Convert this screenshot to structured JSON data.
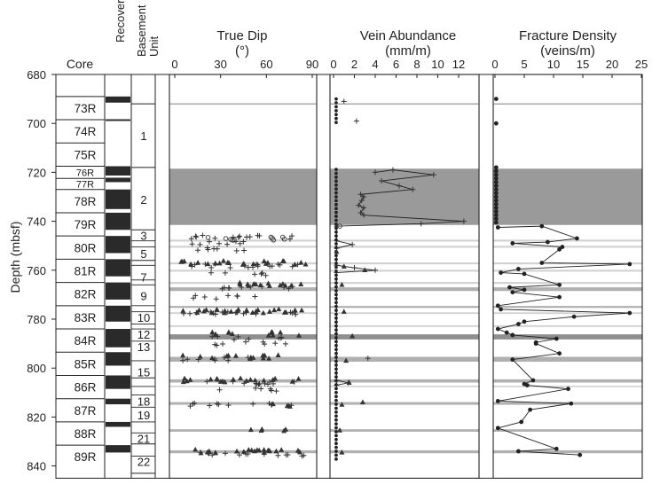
{
  "chart_data": {
    "type": "scatter",
    "depth_axis": {
      "label": "Depth (mbsf)",
      "ticks": [
        680,
        700,
        720,
        740,
        760,
        780,
        800,
        820,
        840
      ],
      "range": [
        680,
        845
      ]
    },
    "columns": {
      "core": {
        "label": "Core"
      },
      "recovery": {
        "label": "Recovery"
      },
      "unit": {
        "label": "Basement\nUnit"
      }
    },
    "cores": [
      {
        "name": "73R",
        "top": 689.0,
        "bottom": 698.5
      },
      {
        "name": "74R",
        "top": 698.5,
        "bottom": 708.0
      },
      {
        "name": "75R",
        "top": 708.0,
        "bottom": 717.5
      },
      {
        "name": "76R",
        "top": 717.5,
        "bottom": 722.5
      },
      {
        "name": "77R",
        "top": 722.5,
        "bottom": 727.0
      },
      {
        "name": "78R",
        "top": 727.0,
        "bottom": 736.5
      },
      {
        "name": "79R",
        "top": 736.5,
        "bottom": 746.0
      },
      {
        "name": "80R",
        "top": 746.0,
        "bottom": 755.5
      },
      {
        "name": "81R",
        "top": 755.5,
        "bottom": 765.0
      },
      {
        "name": "82R",
        "top": 765.0,
        "bottom": 774.5
      },
      {
        "name": "83R",
        "top": 774.5,
        "bottom": 784.0
      },
      {
        "name": "84R",
        "top": 784.0,
        "bottom": 793.5
      },
      {
        "name": "85R",
        "top": 793.5,
        "bottom": 803.0
      },
      {
        "name": "86R",
        "top": 803.0,
        "bottom": 812.5
      },
      {
        "name": "87R",
        "top": 812.5,
        "bottom": 822.0
      },
      {
        "name": "88R",
        "top": 822.0,
        "bottom": 831.5
      },
      {
        "name": "89R",
        "top": 831.5,
        "bottom": 841.0
      }
    ],
    "recovery": [
      [
        689.0,
        691.5
      ],
      [
        698.3,
        699.0
      ],
      [
        717.5,
        721.3
      ],
      [
        722.2,
        724.0
      ],
      [
        727.0,
        735.0
      ],
      [
        736.5,
        743.5
      ],
      [
        746.0,
        753.0
      ],
      [
        755.5,
        762.5
      ],
      [
        765.0,
        772.0
      ],
      [
        774.5,
        781.0
      ],
      [
        784.0,
        791.5
      ],
      [
        793.5,
        799.0
      ],
      [
        803.0,
        808.5
      ],
      [
        812.5,
        814.8
      ],
      [
        822.0,
        824.0
      ],
      [
        831.5,
        834.5
      ]
    ],
    "unit_boundaries": [
      692,
      718,
      743.5,
      748,
      750.5,
      756,
      758,
      764,
      766,
      774.5,
      777,
      782,
      784,
      789,
      797,
      804,
      807.5,
      811,
      816,
      822,
      826.5,
      831,
      836,
      843
    ],
    "units": [
      {
        "label": "1",
        "depth": 705
      },
      {
        "label": "2",
        "depth": 731
      },
      {
        "label": "3",
        "depth": 745.8
      },
      {
        "label": "5",
        "depth": 753.2
      },
      {
        "label": "7",
        "depth": 762.8
      },
      {
        "label": "9",
        "depth": 770.4
      },
      {
        "label": "10",
        "depth": 779.2
      },
      {
        "label": "12",
        "depth": 786.2
      },
      {
        "label": "13",
        "depth": 791.2
      },
      {
        "label": "15",
        "depth": 801.6
      },
      {
        "label": "18",
        "depth": 813.6
      },
      {
        "label": "19",
        "depth": 819.2
      },
      {
        "label": "21",
        "depth": 828.8
      },
      {
        "label": "22",
        "depth": 838.2
      }
    ],
    "shaded_zones": [
      [
        718.5,
        741.5
      ]
    ],
    "bands": [
      [
        747.5,
        748.3,
        "light"
      ],
      [
        750.0,
        750.8,
        "light"
      ],
      [
        756.8,
        757.6,
        "light"
      ],
      [
        759.8,
        760.6,
        "light"
      ],
      [
        764.8,
        765.6,
        "light"
      ],
      [
        767.0,
        768.5,
        "mid"
      ],
      [
        774.6,
        775.4,
        "mid"
      ],
      [
        777.2,
        777.9,
        "light"
      ],
      [
        782.5,
        783.2,
        "light"
      ],
      [
        786.2,
        788.3,
        "dark"
      ],
      [
        795.4,
        797.4,
        "mid"
      ],
      [
        804.6,
        805.9,
        "mid"
      ],
      [
        807.2,
        807.8,
        "light"
      ],
      [
        813.9,
        815.0,
        "mid"
      ],
      [
        825.0,
        826.0,
        "mid"
      ],
      [
        833.6,
        834.8,
        "mid"
      ]
    ],
    "true_dip": {
      "title": "True Dip",
      "unit": "(°)",
      "xlim": [
        0,
        90
      ],
      "ticks": [
        0,
        30,
        60,
        90
      ],
      "rows": [
        {
          "depth": 746.5,
          "range": [
            5,
            80
          ],
          "n": 14,
          "marker": "plus"
        },
        {
          "depth": 747.2,
          "range": [
            8,
            85
          ],
          "n": 10,
          "marker": "circle"
        },
        {
          "depth": 749.0,
          "range": [
            10,
            45
          ],
          "n": 8,
          "marker": "plus"
        },
        {
          "depth": 751.5,
          "range": [
            15,
            55
          ],
          "n": 7,
          "marker": "plus"
        },
        {
          "depth": 757.0,
          "range": [
            3,
            88
          ],
          "n": 22,
          "marker": "triangle"
        },
        {
          "depth": 758.2,
          "range": [
            5,
            85
          ],
          "n": 18,
          "marker": "plus"
        },
        {
          "depth": 761.5,
          "range": [
            15,
            60
          ],
          "n": 6,
          "marker": "plus"
        },
        {
          "depth": 765.8,
          "range": [
            40,
            90
          ],
          "n": 16,
          "marker": "triangle"
        },
        {
          "depth": 766.8,
          "range": [
            30,
            80
          ],
          "n": 10,
          "marker": "plus"
        },
        {
          "depth": 771.0,
          "range": [
            10,
            60
          ],
          "n": 8,
          "marker": "plus"
        },
        {
          "depth": 776.8,
          "range": [
            3,
            85
          ],
          "n": 24,
          "marker": "triangle"
        },
        {
          "depth": 777.8,
          "range": [
            5,
            80
          ],
          "n": 18,
          "marker": "plus"
        },
        {
          "depth": 786.0,
          "range": [
            15,
            85
          ],
          "n": 12,
          "marker": "triangle"
        },
        {
          "depth": 787.8,
          "range": [
            20,
            75
          ],
          "n": 8,
          "marker": "plus"
        },
        {
          "depth": 790.0,
          "range": [
            25,
            80
          ],
          "n": 8,
          "marker": "plus"
        },
        {
          "depth": 795.5,
          "range": [
            2,
            70
          ],
          "n": 14,
          "marker": "triangle"
        },
        {
          "depth": 796.2,
          "range": [
            5,
            60
          ],
          "n": 8,
          "marker": "plus"
        },
        {
          "depth": 805.0,
          "range": [
            5,
            85
          ],
          "n": 20,
          "marker": "triangle"
        },
        {
          "depth": 806.0,
          "range": [
            10,
            80
          ],
          "n": 12,
          "marker": "plus"
        },
        {
          "depth": 809.0,
          "range": [
            20,
            70
          ],
          "n": 6,
          "marker": "plus"
        },
        {
          "depth": 815.0,
          "range": [
            5,
            80
          ],
          "n": 12,
          "marker": "plus"
        },
        {
          "depth": 815.3,
          "range": [
            60,
            85
          ],
          "n": 4,
          "marker": "triangle"
        },
        {
          "depth": 825.0,
          "range": [
            30,
            80
          ],
          "n": 5,
          "marker": "triangle"
        },
        {
          "depth": 834.0,
          "range": [
            10,
            88
          ],
          "n": 22,
          "marker": "triangle"
        },
        {
          "depth": 835.2,
          "range": [
            15,
            85
          ],
          "n": 14,
          "marker": "plus"
        }
      ]
    },
    "vein_abundance": {
      "title": "Vein Abundance",
      "unit": "(mm/m)",
      "xlim": [
        0,
        14
      ],
      "ticks": [
        0,
        2,
        4,
        6,
        8,
        10,
        12
      ],
      "line_points": [
        [
          720.0,
          4.0
        ],
        [
          719.0,
          5.7
        ],
        [
          721.0,
          9.6
        ],
        [
          723.5,
          4.6
        ],
        [
          725.5,
          6.3
        ],
        [
          727.0,
          7.6
        ],
        [
          729.0,
          2.6
        ],
        [
          730.0,
          2.9
        ],
        [
          731.5,
          2.7
        ],
        [
          733.5,
          2.4
        ],
        [
          734.5,
          2.9
        ],
        [
          736.5,
          2.6
        ],
        [
          737.5,
          2.9
        ],
        [
          740.0,
          12.5
        ],
        [
          741.0,
          8.4
        ],
        [
          742.0,
          0.3
        ],
        [
          748.0,
          0.3
        ],
        [
          749.5,
          1.8
        ],
        [
          751.0,
          0.3
        ],
        [
          758.0,
          0.3
        ],
        [
          759.0,
          2.0
        ],
        [
          760.0,
          4.0
        ],
        [
          761.0,
          0.3
        ],
        [
          805.0,
          0.3
        ],
        [
          806.0,
          1.4
        ],
        [
          807.0,
          0.3
        ]
      ],
      "markers": [
        [
          691.0,
          1.0,
          "plus"
        ],
        [
          699.0,
          2.2,
          "plus"
        ],
        [
          742.0,
          0.6,
          "circle"
        ],
        [
          752.5,
          0.3,
          "triangle"
        ],
        [
          758.5,
          1.0,
          "triangle"
        ],
        [
          760.0,
          3.0,
          "triangle"
        ],
        [
          766.0,
          0.8,
          "triangle"
        ],
        [
          777.0,
          1.0,
          "triangle"
        ],
        [
          787.0,
          1.8,
          "triangle"
        ],
        [
          796.0,
          3.3,
          "plus"
        ],
        [
          797.0,
          1.2,
          "triangle"
        ],
        [
          806.0,
          1.5,
          "triangle"
        ],
        [
          814.0,
          2.8,
          "triangle"
        ],
        [
          815.0,
          0.8,
          "triangle"
        ],
        [
          825.5,
          0.6,
          "triangle"
        ],
        [
          834.5,
          0.8,
          "triangle"
        ]
      ]
    },
    "fracture_density": {
      "title": "Fracture Density",
      "unit": "(veins/m)",
      "xlim": [
        0,
        25
      ],
      "ticks": [
        0,
        5,
        10,
        15,
        20,
        25
      ],
      "points": [
        [
          742.5,
          0.5
        ],
        [
          742.0,
          8.0
        ],
        [
          747.0,
          14.0
        ],
        [
          748.5,
          9.0
        ],
        [
          749.0,
          3.0
        ],
        [
          750.5,
          11.5
        ],
        [
          751.5,
          11.0
        ],
        [
          757.0,
          8.0
        ],
        [
          757.5,
          23.0
        ],
        [
          759.5,
          4.0
        ],
        [
          761.0,
          1.0
        ],
        [
          761.5,
          5.0
        ],
        [
          766.0,
          11.0
        ],
        [
          767.0,
          2.5
        ],
        [
          768.0,
          5.0
        ],
        [
          769.0,
          3.0
        ],
        [
          771.0,
          11.0
        ],
        [
          774.5,
          0.5
        ],
        [
          776.0,
          1.0
        ],
        [
          777.5,
          23.0
        ],
        [
          779.0,
          13.5
        ],
        [
          781.0,
          5.0
        ],
        [
          782.0,
          4.0
        ],
        [
          784.0,
          0.5
        ],
        [
          785.5,
          2.0
        ],
        [
          786.5,
          3.0
        ],
        [
          788.0,
          10.5
        ],
        [
          789.5,
          7.0
        ],
        [
          790.0,
          7.0
        ],
        [
          794.0,
          11.0
        ],
        [
          796.5,
          3.0
        ],
        [
          805.0,
          6.5
        ],
        [
          806.5,
          5.0
        ],
        [
          807.0,
          5.5
        ],
        [
          808.5,
          12.5
        ],
        [
          813.5,
          0.5
        ],
        [
          814.5,
          13.0
        ],
        [
          817.0,
          6.0
        ],
        [
          822.0,
          4.5
        ],
        [
          824.5,
          0.5
        ],
        [
          833.0,
          10.5
        ],
        [
          834.0,
          4.0
        ],
        [
          835.5,
          14.5
        ]
      ]
    }
  }
}
